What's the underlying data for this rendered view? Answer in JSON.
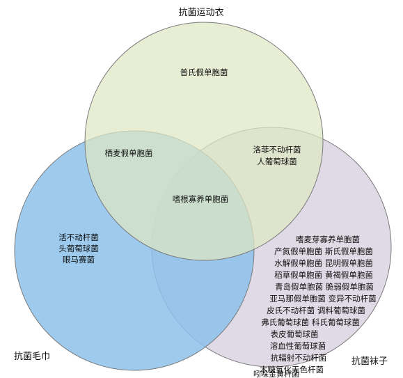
{
  "diagram": {
    "type": "venn",
    "sets": [
      {
        "id": "clothes",
        "label": "抗菌运动衣",
        "color": "#dfe8c4"
      },
      {
        "id": "towel",
        "label": "抗菌毛巾",
        "color": "#8cc1ea"
      },
      {
        "id": "socks",
        "label": "抗菌袜子",
        "color": "#dcd6e2"
      }
    ],
    "regions": {
      "clothes_only": [
        "普氏假单胞菌"
      ],
      "clothes_towel": [
        "栖麦假单胞菌"
      ],
      "clothes_socks": [
        "洛菲不动杆菌",
        "人葡萄球菌"
      ],
      "all_three": [
        "嗜根寡养单胞菌"
      ],
      "towel_only": [
        "活不动杆菌",
        "头葡萄球菌",
        "眼马赛菌"
      ],
      "socks_only": [
        "嗜麦芽寡养单胞菌",
        "产氮假单胞菌 斯氏假单胞菌",
        "水解假单胞菌 昆明假单胞菌",
        "稻草假单胞菌 黄褐假单胞菌",
        "青岛假单胞菌 脆弱假单胞菌",
        "亚马那假单胞菌 变异不动杆菌",
        "皮氏不动杆菌 调料葡萄球菌",
        "弗氏葡萄球菌  科氏葡萄球菌",
        "表皮葡萄球菌",
        "溶血性葡萄球菌",
        "抗辐射不动杆菌",
        "木糖氧化无色杆菌",
        "吲哚金黄杆菌"
      ]
    }
  }
}
